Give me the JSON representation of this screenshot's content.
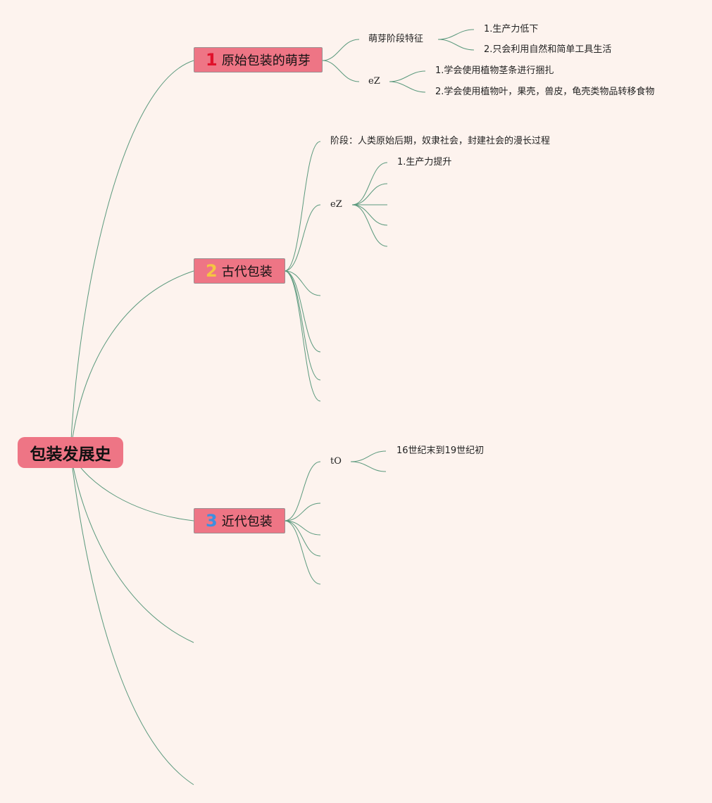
{
  "root": {
    "label": "包装发展史"
  },
  "branches": [
    {
      "number": "1",
      "label": "原始包装的萌芽",
      "num_color": "#e0112b",
      "children": [
        {
          "label": "萌芽阶段特征",
          "children": [
            "1.生产力低下",
            "2.只会利用自然和简单工具生活"
          ]
        },
        {
          "label": "eZ",
          "children": [
            "1.学会使用植物茎条进行捆扎",
            "2.学会使用植物叶，果壳，兽皮，龟壳类物品转移食物"
          ]
        }
      ]
    },
    {
      "number": "2",
      "label": "古代包装",
      "num_color": "#f5c542",
      "children": [
        {
          "label": "阶段：人类原始后期，奴隶社会，封建社会的漫长过程"
        },
        {
          "label": "eZ",
          "children": [
            "1.生产力提升"
          ]
        }
      ]
    },
    {
      "number": "3",
      "label": "近代包装",
      "num_color": "#3d8fe0",
      "children": [
        {
          "label": "tO",
          "children": [
            "16世纪末到19世纪初"
          ]
        }
      ]
    }
  ],
  "colors": {
    "background": "#fdf3ee",
    "node_fill": "#ee7585",
    "connector": "#3f8a6a"
  }
}
